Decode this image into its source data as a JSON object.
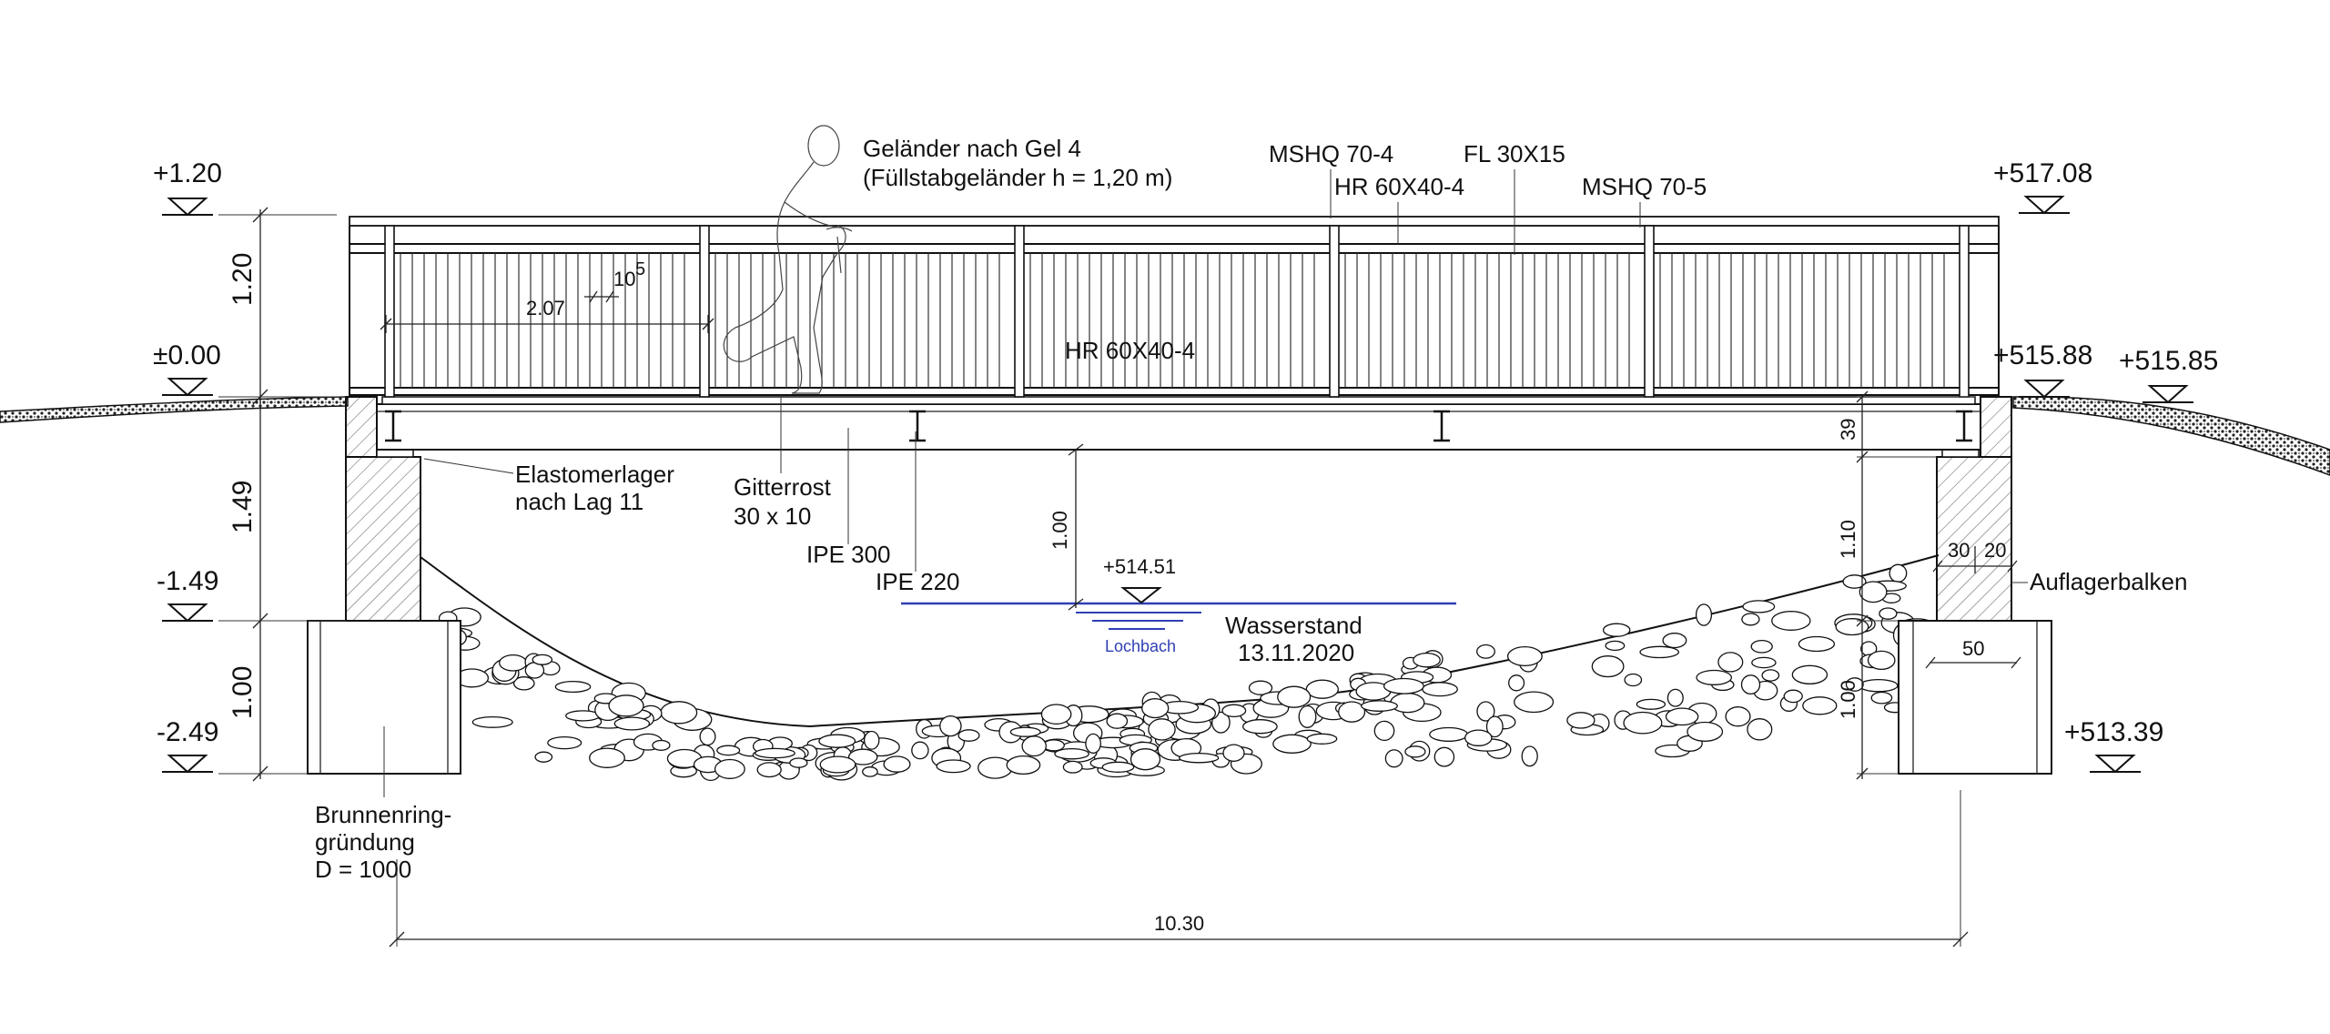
{
  "levels_left": {
    "top": "+1.20",
    "zero": "±0.00",
    "mid": "-1.49",
    "bottom": "-2.49"
  },
  "levels_right": {
    "top": "+517.08",
    "deck": "+515.88",
    "bank": "+515.85",
    "foundation": "+513.39"
  },
  "water": {
    "level": "+514.51",
    "name": "Lochbach",
    "stand_label": "Wasserstand",
    "stand_date": "13.11.2020"
  },
  "labels": {
    "railing_line1": "Geländer nach Gel 4",
    "railing_line2": "(Füllstabgeländer h = 1,20 m)",
    "mshq_1": "MSHQ 70-4",
    "hr_top": "HR 60X40-4",
    "fl": "FL 30X15",
    "mshq_2": "MSHQ 70-5",
    "hr_mid": "HR 60X40-4",
    "bearing_line1": "Elastomerlager",
    "bearing_line2": "nach Lag 11",
    "grating_line1": "Gitterrost",
    "grating_line2": "30 x 10",
    "ipe300": "IPE 300",
    "ipe220": "IPE 220",
    "support_beam": "Auflagerbalken",
    "foundation_line1": "Brunnenring-",
    "foundation_line2": "gründung",
    "foundation_line3": "D = 1000"
  },
  "dimensions": {
    "left_railing_height": "1.20",
    "left_abutment_height": "1.49",
    "left_foundation_height": "1.00",
    "post_spacing": "2.07",
    "bar_spacing": "10",
    "bar_spacing_sup": "5",
    "clearance": "1.00",
    "girder_depth": "39",
    "right_abutment_height": "1.10",
    "right_foundation_height": "1.00",
    "beam_width_a": "30",
    "beam_width_b": "20",
    "foundation_width": "50",
    "span": "10.30"
  }
}
